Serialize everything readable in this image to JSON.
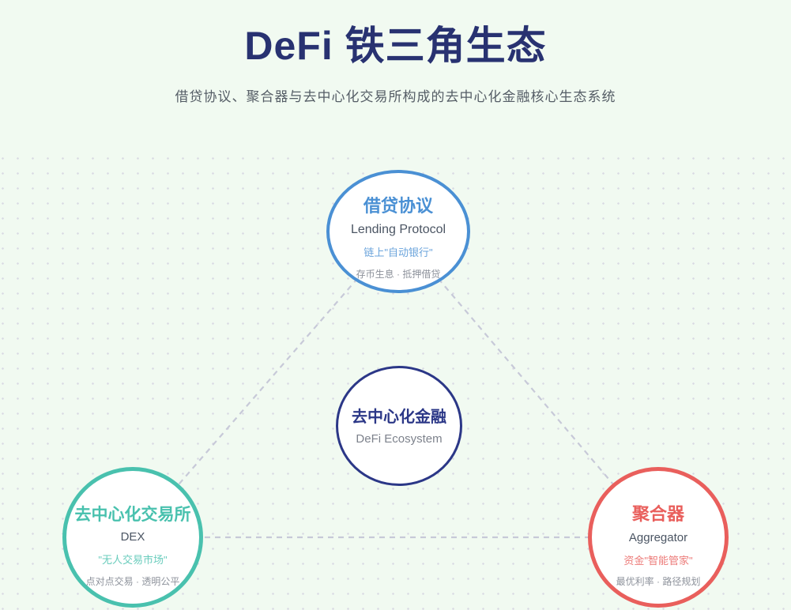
{
  "header": {
    "title": "DeFi 铁三角生态",
    "subtitle": "借贷协议、聚合器与去中心化交易所构成的去中心化金融核心生态系统"
  },
  "nodes": {
    "lending": {
      "title": "借贷协议",
      "english": "Lending Protocol",
      "tagline": "链上\"自动银行\"",
      "features": "存币生息 · 抵押借贷"
    },
    "core": {
      "title": "去中心化金融",
      "english": "DeFi Ecosystem"
    },
    "dex": {
      "title": "去中心化交易所",
      "english": "DEX",
      "tagline": "\"无人交易市场\"",
      "features": "点对点交易 · 透明公平"
    },
    "aggregator": {
      "title": "聚合器",
      "english": "Aggregator",
      "tagline": "资金\"智能管家\"",
      "features": "最优利率 · 路径规划"
    }
  },
  "colors": {
    "page_bg": "#f1faf1",
    "grid_dot": "#d9dae3",
    "connector": "#c7c9d8",
    "title_text": "#283271",
    "subtitle_text": "#555d66",
    "node_bg": "#ffffff",
    "node_english_text": "#4b5563",
    "node_feature_text": "#8d929b",
    "core_english_text": "#7d828c",
    "lending_accent": "#4a90d4",
    "core_accent": "#2b3787",
    "dex_accent": "#49c1ae",
    "aggregator_accent": "#e95f5c"
  }
}
